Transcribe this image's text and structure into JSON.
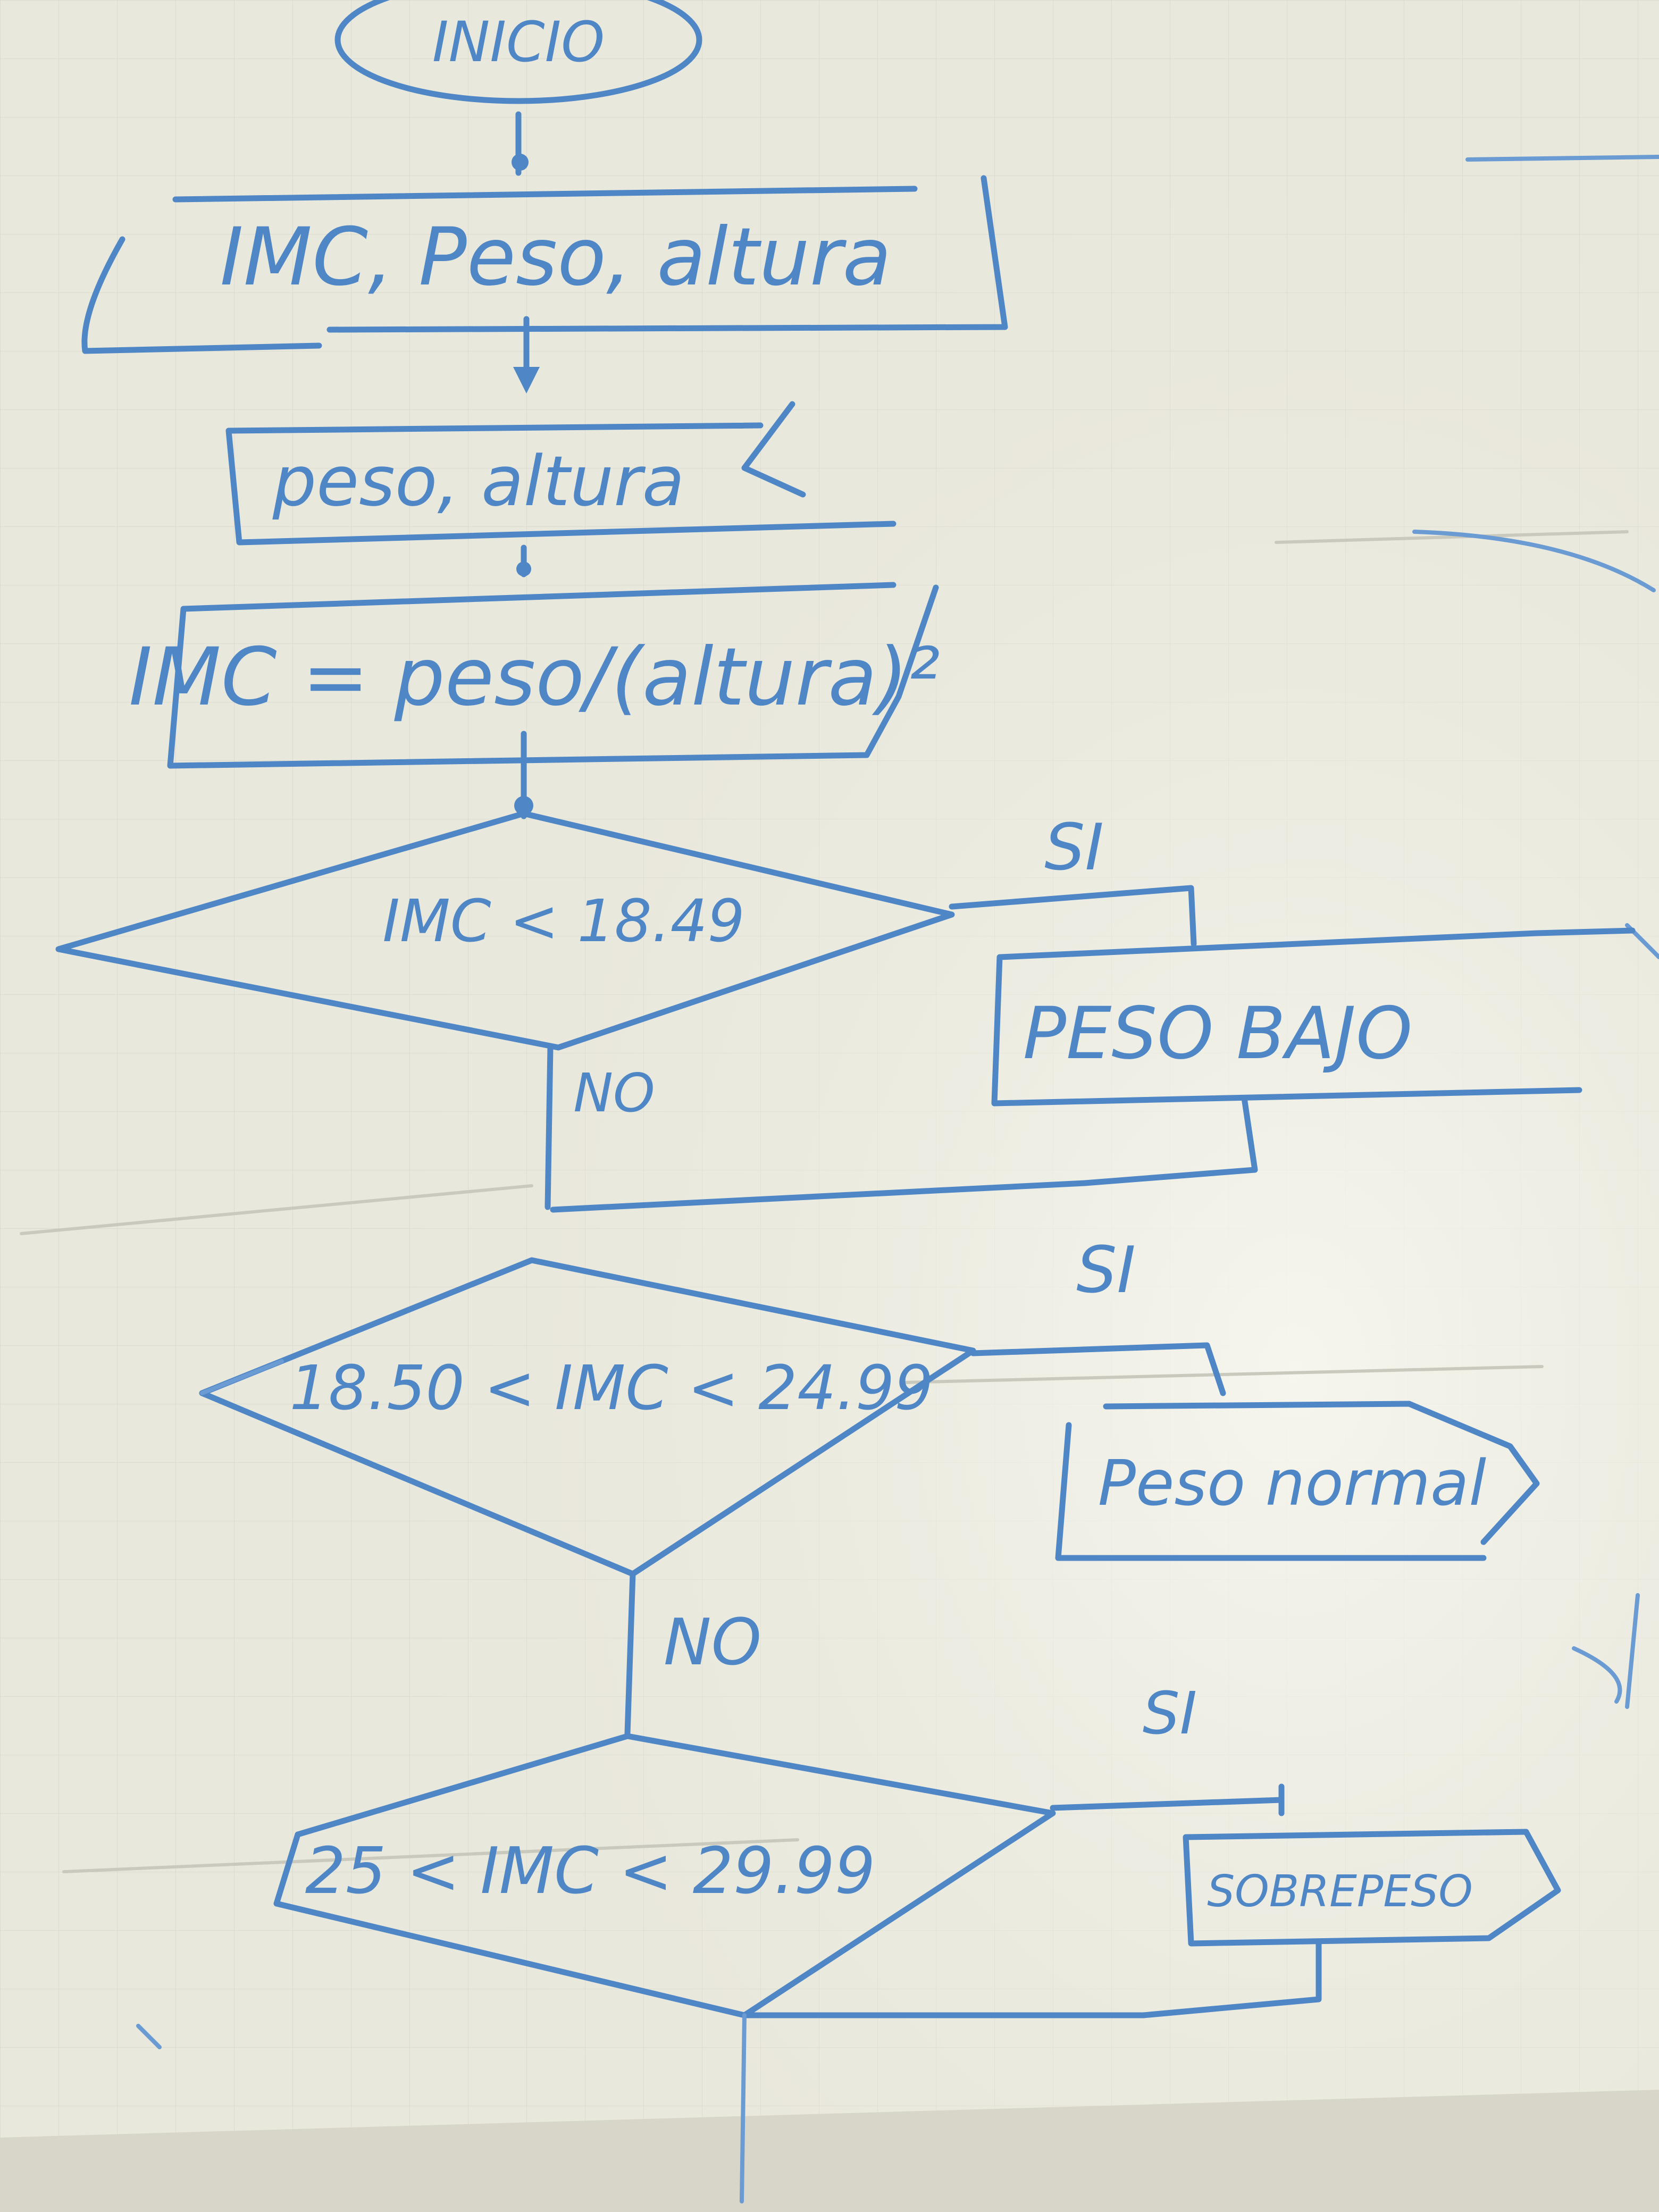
{
  "flowchart": {
    "start": "INICIO",
    "declare": "IMC, Peso, altura",
    "input": "peso, altura",
    "process": "IMC = peso/(altura)²",
    "decision_1": "IMC < 18.49",
    "decision_1_yes": "SI",
    "decision_1_no": "NO",
    "output_1": "PESO BAJO",
    "decision_2": "18.50 < IMC < 24.99",
    "decision_2_yes": "SI",
    "decision_2_no": "NO",
    "output_2": "Peso normal",
    "decision_3": "25 < IMC < 29.99",
    "decision_3_yes": "SI",
    "output_3": "SOBREPESO"
  },
  "colors": {
    "board": "#e9e8dc",
    "marker": "#4f86c6"
  }
}
